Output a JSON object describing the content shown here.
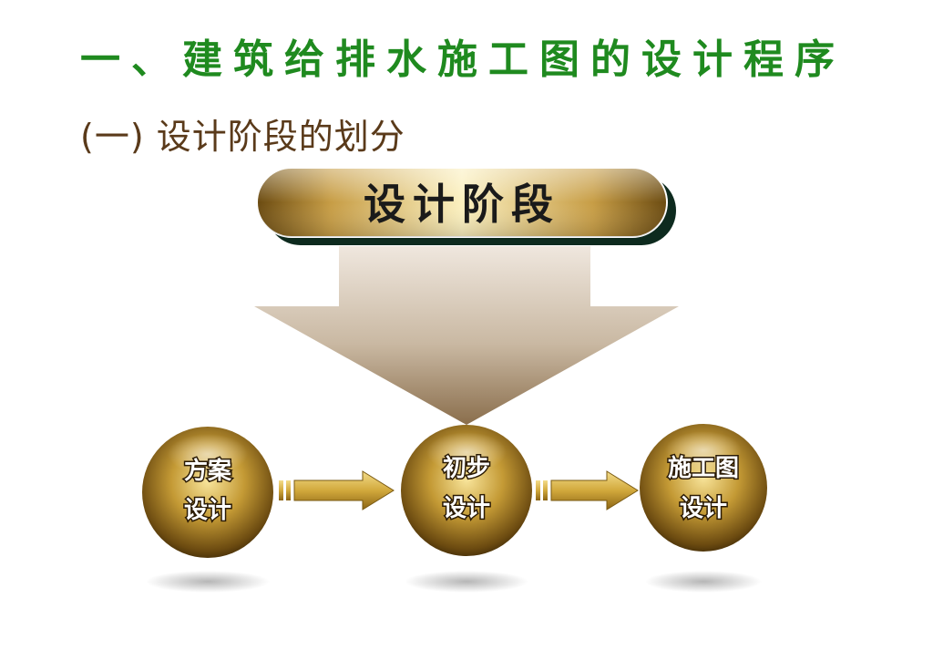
{
  "slide": {
    "title": "一、建筑给排水施工图的设计程序",
    "subtitle": "(一) 设计阶段的划分"
  },
  "diagram": {
    "header_label": "设计阶段",
    "stages": [
      {
        "line1": "方案",
        "line2": "设计"
      },
      {
        "line1": "初步",
        "line2": "设计"
      },
      {
        "line1": "施工图",
        "line2": "设计"
      }
    ]
  },
  "colors": {
    "title": "#1f8a1f",
    "subtitle": "#5a3a1a",
    "gold_dark": "#6b4b12",
    "gold": "#c9a24a",
    "gold_light": "#f6e7a6",
    "node_text": "#ffffff"
  }
}
